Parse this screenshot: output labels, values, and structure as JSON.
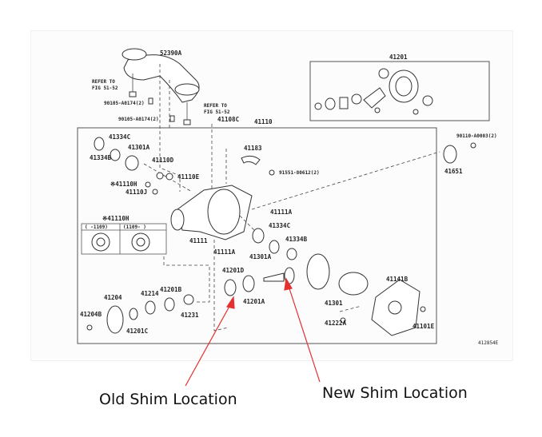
{
  "diagram": {
    "code": "412854E",
    "labels": {
      "l52390A": "52390A",
      "refer1a": "REFER TO",
      "refer1b": "FIG 51-52",
      "b1": "90105-A0174(2)",
      "b2": "90105-A0174(2)",
      "refer2a": "REFER TO",
      "refer2b": "FIG 51-52",
      "l41108C": "41108C",
      "l41110": "41110",
      "l41201": "41201",
      "l41334C": "41334C",
      "l41334B": "41334B",
      "l41301A": "41301A",
      "l41110D": "41110D",
      "l41110E": "41110E",
      "l41110H": "※41110H",
      "l41110J": "41110J",
      "l41183": "41183",
      "l91551": "91551-80612(2)",
      "l90110": "90110-A0003(2)",
      "l41651": "41651",
      "l41111A1": "41111A",
      "l41111": "41111",
      "l41111A2": "41111A",
      "l41301A2": "41301A",
      "l41334C2": "41334C",
      "l41334B2": "41334B",
      "inset_title": "※41110H",
      "inset_col1": "(    -1109)",
      "inset_col2": "(1109-    )",
      "l41201D": "41201D",
      "l41201A": "41201A",
      "l41214": "41214",
      "l41201B": "41201B",
      "l41204": "41204",
      "l41204B": "41204B",
      "l41201C": "41201C",
      "l41231": "41231",
      "l41141B": "41141B",
      "l41301": "41301",
      "l41222A": "41222A",
      "l41101E": "41101E"
    }
  },
  "annotations": {
    "old_shim": "Old Shim Location",
    "new_shim": "New Shim Location",
    "arrow_color": "#e53030"
  }
}
